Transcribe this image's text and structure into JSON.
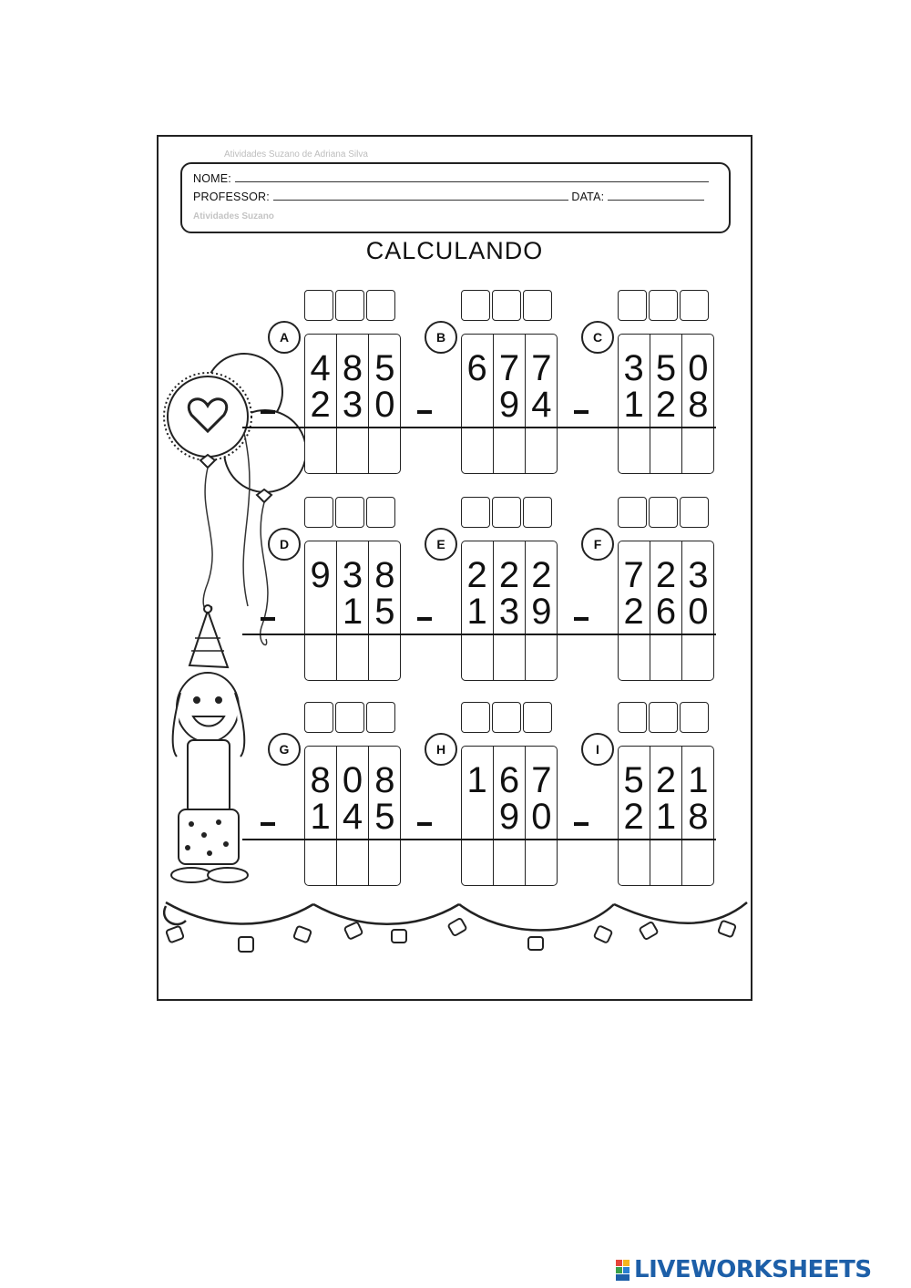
{
  "header": {
    "watermark_top": "Atividades Suzano de Adriana Silva",
    "name_label": "NOME:",
    "teacher_label": "PROFESSOR:",
    "date_label": "DATA:",
    "watermark_mid": "Atividades Suzano"
  },
  "title": "CALCULANDO",
  "problems": [
    {
      "letter": "A",
      "top": [
        "4",
        "8",
        "5"
      ],
      "bottom": [
        "2",
        "3",
        "0"
      ]
    },
    {
      "letter": "B",
      "top": [
        "6",
        "7",
        "7"
      ],
      "bottom": [
        "",
        "9",
        "4"
      ]
    },
    {
      "letter": "C",
      "top": [
        "3",
        "5",
        "0"
      ],
      "bottom": [
        "1",
        "2",
        "8"
      ]
    },
    {
      "letter": "D",
      "top": [
        "9",
        "3",
        "8"
      ],
      "bottom": [
        "",
        "1",
        "5"
      ]
    },
    {
      "letter": "E",
      "top": [
        "2",
        "2",
        "2"
      ],
      "bottom": [
        "1",
        "3",
        "9"
      ]
    },
    {
      "letter": "F",
      "top": [
        "7",
        "2",
        "3"
      ],
      "bottom": [
        "2",
        "6",
        "0"
      ]
    },
    {
      "letter": "G",
      "top": [
        "8",
        "0",
        "8"
      ],
      "bottom": [
        "1",
        "4",
        "5"
      ]
    },
    {
      "letter": "H",
      "top": [
        "1",
        "6",
        "7"
      ],
      "bottom": [
        "",
        "9",
        "0"
      ]
    },
    {
      "letter": "I",
      "top": [
        "5",
        "2",
        "1"
      ],
      "bottom": [
        "2",
        "1",
        "8"
      ]
    }
  ],
  "footer": {
    "logo_text": "LIVEWORKSHEETS"
  },
  "colors": {
    "logo": "#1d5fa8",
    "ink": "#111111"
  }
}
